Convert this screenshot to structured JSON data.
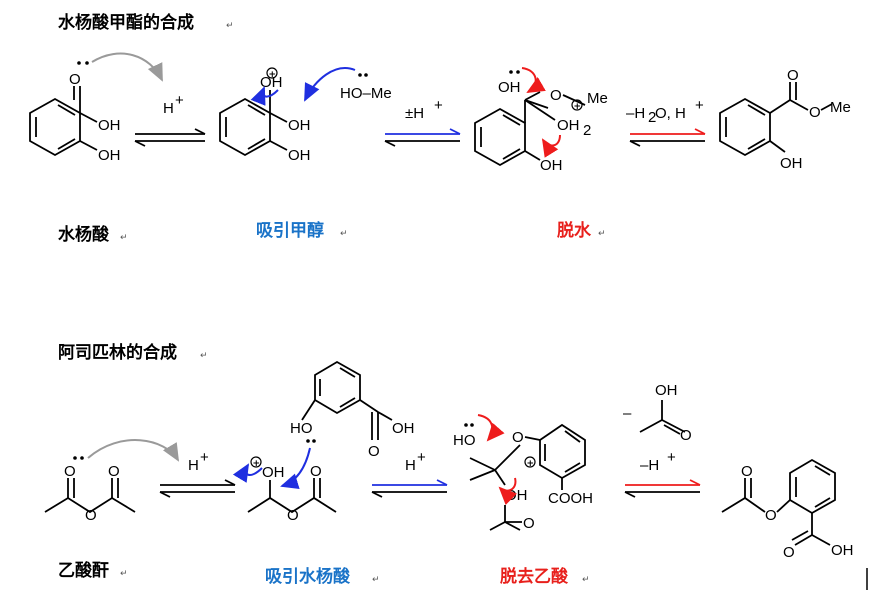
{
  "section1": {
    "title": "水杨酸甲酯的合成",
    "salicylic_label": "水杨酸",
    "step1_label": "吸引甲醇",
    "step2_label": "脱水",
    "reagent_h": "H",
    "reagent_methanol": "HO–Me",
    "reagent_pm_h": "±H",
    "reagent_dehydrate": "–H",
    "atoms": {
      "oh": "OH",
      "o": "O",
      "h": "H",
      "me": "Me",
      "two": "2",
      "plus": "+",
      "comma": "O, H"
    }
  },
  "section2": {
    "title": "阿司匹林的合成",
    "anhydride_label": "乙酸酐",
    "step1_label": "吸引水杨酸",
    "step2_label": "脱去乙酸",
    "reagent_h": "H",
    "reagent_minus_h": "–H",
    "atoms": {
      "oh": "OH",
      "o": "O",
      "ho": "HO",
      "h": "H",
      "cooh": "COOH",
      "minus": "–"
    }
  },
  "colors": {
    "blue_label": "#1a73c8",
    "red_label": "#e8201c",
    "blue_arrow": "#1f2fe0",
    "red_arrow": "#ee1c1c",
    "gray_arrow": "#9a9a9a"
  }
}
